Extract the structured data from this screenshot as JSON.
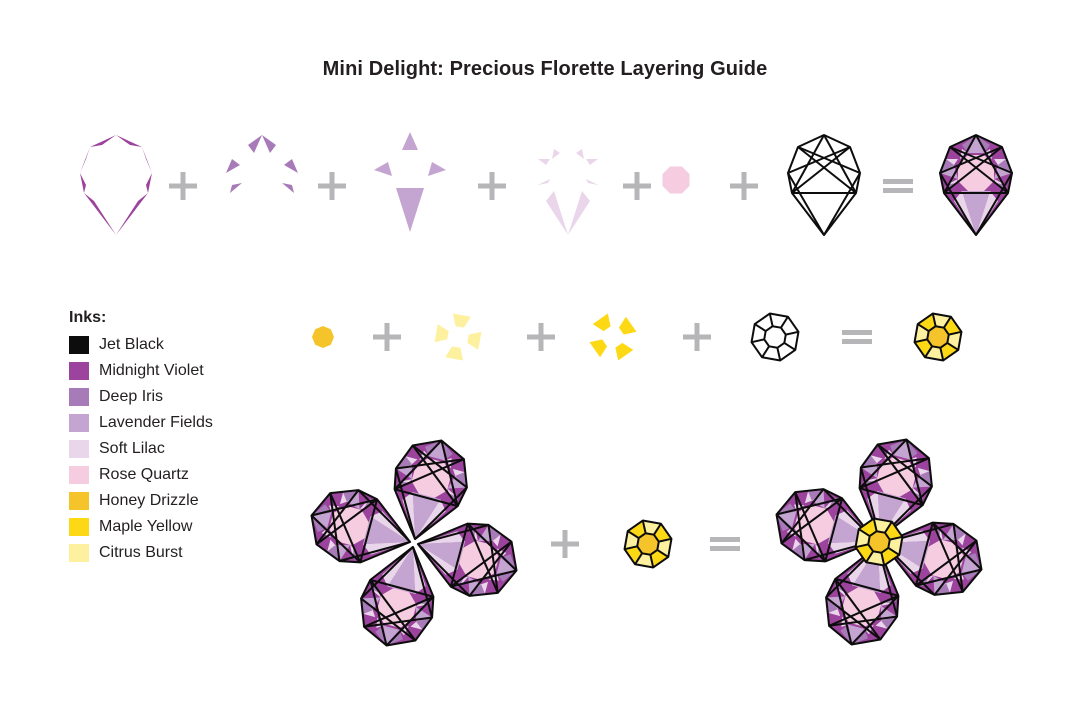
{
  "title": "Mini Delight: Precious Florette Layering Guide",
  "legend": {
    "heading": "Inks:",
    "items": [
      {
        "label": "Jet Black",
        "color": "#0d0d0d"
      },
      {
        "label": "Midnight Violet",
        "color": "#9c449d"
      },
      {
        "label": "Deep Iris",
        "color": "#a77bb8"
      },
      {
        "label": "Lavender Fields",
        "color": "#c4a4d0"
      },
      {
        "label": "Soft Lilac",
        "color": "#ead6ea"
      },
      {
        "label": "Rose Quartz",
        "color": "#f6cde0"
      },
      {
        "label": "Honey Drizzle",
        "color": "#f5c42a"
      },
      {
        "label": "Maple Yellow",
        "color": "#fdd915"
      },
      {
        "label": "Citrus Burst",
        "color": "#fdf1a0"
      }
    ]
  },
  "rows": [
    {
      "name": "pear-petal-row",
      "steps": [
        "Midnight Violet layer",
        "Deep Iris layer",
        "Lavender Fields layer",
        "Soft Lilac layer",
        "Rose Quartz layer",
        "Jet Black outline layer"
      ],
      "operators": [
        "+",
        "+",
        "+",
        "+",
        "+",
        "="
      ],
      "result": "Finished pear petal"
    },
    {
      "name": "octagon-center-row",
      "steps": [
        "Honey Drizzle layer",
        "Citrus Burst layer",
        "Maple Yellow layer",
        "Jet Black outline layer"
      ],
      "operators": [
        "+",
        "+",
        "+",
        "="
      ],
      "result": "Finished octagon center"
    },
    {
      "name": "florette-assembly-row",
      "steps": [
        "Four pear petals",
        "Octagon center"
      ],
      "operators": [
        "+",
        "="
      ],
      "result": "Finished florette"
    }
  ],
  "colors": {
    "operator": "#b6b5b8",
    "outline": "#0d0d0d"
  }
}
